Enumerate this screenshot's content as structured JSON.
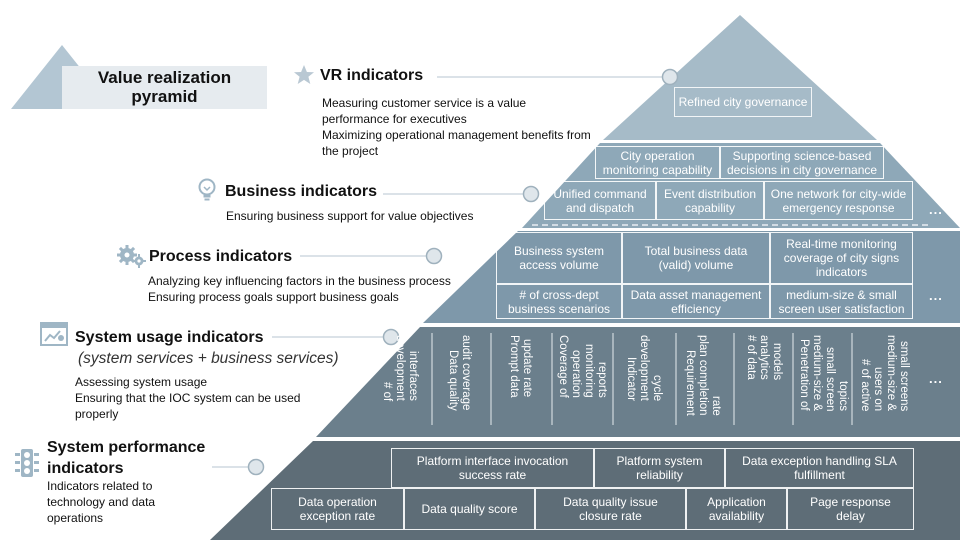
{
  "header": {
    "title_line1": "Value realization",
    "title_line2": "pyramid"
  },
  "levels": {
    "vr": {
      "title": "VR indicators",
      "desc": [
        "Measuring customer service is a value",
        "performance for executives",
        "Maximizing operational management benefits from",
        "the project"
      ],
      "icon": "star-icon",
      "boxes": [
        "Refined city governance"
      ]
    },
    "business": {
      "title": "Business indicators",
      "desc": [
        "Ensuring business support for value objectives"
      ],
      "icon": "lightbulb-icon",
      "row1": [
        [
          "City operation",
          "monitoring capability"
        ],
        [
          "Supporting science-based",
          "decisions in city governance"
        ]
      ],
      "row2": [
        [
          "Unified command",
          "and dispatch"
        ],
        [
          "Event distribution",
          "capability"
        ],
        [
          "One network for city-wide",
          "emergency response"
        ]
      ],
      "ellipsis": "..."
    },
    "process": {
      "title": "Process indicators",
      "desc": [
        "Analyzing key influencing factors in the business process",
        "Ensuring process goals support business goals"
      ],
      "icon": "gears-icon",
      "row1": [
        [
          "Business system",
          "access volume"
        ],
        [
          "Total business data",
          "(valid) volume"
        ],
        [
          "Real-time monitoring",
          "coverage of city signs",
          "indicators"
        ]
      ],
      "row2": [
        [
          "# of cross-dept",
          "business scenarios"
        ],
        [
          "Data asset management",
          "efficiency"
        ],
        [
          "medium-size & small",
          "screen user satisfaction"
        ]
      ],
      "ellipsis": "..."
    },
    "usage": {
      "title": "System usage indicators",
      "subtitle": "(system services + business services)",
      "desc": [
        "Assessing system usage",
        "Ensuring that the IOC system can be used",
        "properly"
      ],
      "icon": "dashboard-window-icon",
      "items": [
        [
          "# of",
          "development",
          "interfaces"
        ],
        [
          "Data quality",
          "audit coverage"
        ],
        [
          "Prompt data",
          "update rate"
        ],
        [
          "Coverage of",
          "operation",
          "monitoring",
          "reports"
        ],
        [
          "Indicator",
          "development",
          "cycle"
        ],
        [
          "Requirement",
          "plan completion",
          "rate"
        ],
        [
          "# of data",
          "analytics",
          "models"
        ],
        [
          "Penetration of",
          "medium-size &",
          "small screen",
          "topics"
        ],
        [
          "# of active",
          "users on",
          "medium-size &",
          "small screens"
        ]
      ],
      "ellipsis": "..."
    },
    "performance": {
      "title_line1": "System performance",
      "title_line2": "indicators",
      "desc": [
        "Indicators related to",
        "technology and data",
        "operations"
      ],
      "icon": "traffic-light-icon",
      "row1": [
        [
          "Platform interface invocation",
          "success rate"
        ],
        [
          "Platform system",
          "reliability"
        ],
        [
          "Data exception handling SLA",
          "fulfillment"
        ]
      ],
      "row2": [
        [
          "Data operation",
          "exception rate"
        ],
        [
          "Data quality score"
        ],
        [
          "Data quality issue",
          "closure rate"
        ],
        [
          "Application",
          "availability"
        ],
        [
          "Page response",
          "delay"
        ]
      ]
    }
  },
  "colors": {
    "tier1": "#a6bbc8",
    "tier2": "#8ea8b8",
    "tier3": "#7e98aa",
    "tier4": "#6b7f8c",
    "tier5": "#5e6d77",
    "header_tri": "#b3c6d3"
  }
}
